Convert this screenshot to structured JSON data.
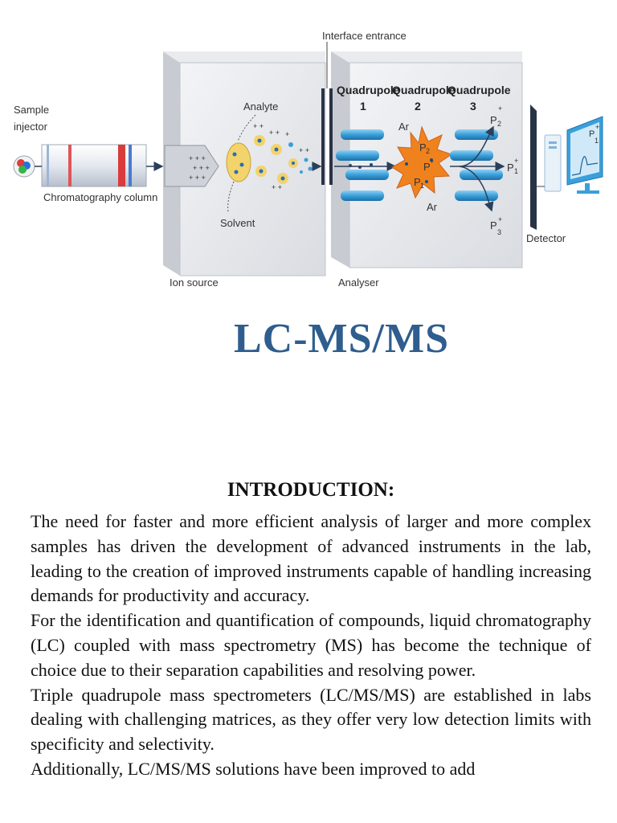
{
  "diagram": {
    "labels": {
      "sample_injector_line1": "Sample",
      "sample_injector_line2": "injector",
      "chromatography_column": "Chromatography column",
      "interface_entrance": "Interface entrance",
      "analyte": "Analyte",
      "solvent": "Solvent",
      "ion_source": "Ion source",
      "analyser": "Analyser",
      "detector": "Detector",
      "ar_top": "Ar",
      "ar_bottom": "Ar"
    },
    "quadrupoles": [
      {
        "line1": "Quadrupole",
        "line2": "1"
      },
      {
        "line1": "Quadrupole",
        "line2": "2"
      },
      {
        "line1": "Quadrupole",
        "line2": "3"
      }
    ],
    "ions": {
      "p": "P",
      "plus": "+",
      "sub1": "1",
      "sub2": "2",
      "sub3": "3"
    },
    "colors": {
      "chamber": "#e6e8ec",
      "quadrupole_rod": "#3a9fd8",
      "collision_cell": "#f0821e",
      "monitor": "#3aa0dc",
      "title": "#2f5d8e"
    }
  },
  "title": "LC-MS/MS",
  "section_heading": "INTRODUCTION:",
  "paragraphs": [
    "The need for faster and more efficient analysis of larger and more complex samples has driven the development of advanced instruments in the lab, leading to the creation of improved instruments capable of handling increasing demands for productivity and accuracy.",
    "For the identification and quantification of compounds, liquid chromatography (LC) coupled with mass spectrometry (MS) has become the technique of choice due to their separation capabilities and resolving power.",
    "Triple quadrupole mass spectrometers (LC/MS/MS) are established in labs dealing with challenging matrices, as they offer very low detection limits with specificity and selectivity.",
    "Additionally, LC/MS/MS solutions have been improved to add"
  ]
}
